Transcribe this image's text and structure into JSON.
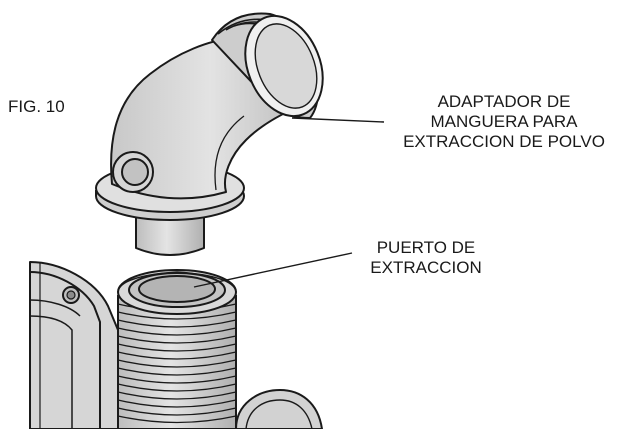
{
  "figure": {
    "fig_label": "FIG. 10",
    "adapter_label": {
      "lines": [
        "ADAPTADOR DE",
        "MANGUERA PARA",
        "EXTRACCION DE POLVO"
      ]
    },
    "port_label": {
      "lines": [
        "PUERTO DE",
        "EXTRACCION"
      ]
    },
    "colors": {
      "outline": "#1a1a1a",
      "part_fill": "#d4d4d4",
      "part_light": "#e6e6e6",
      "part_shade": "#a8a8a8",
      "background": "#ffffff"
    }
  }
}
